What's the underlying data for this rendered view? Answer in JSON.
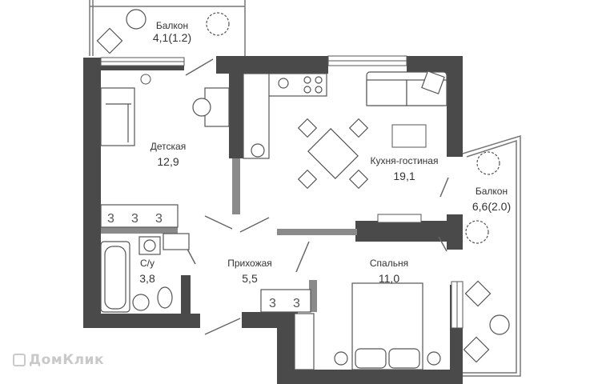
{
  "plan": {
    "accent_wall": "#4a4a4a",
    "line_color": "#555555",
    "rooms": [
      {
        "id": "balcony-top",
        "name": "Балкон",
        "area": "4,1(1.2)"
      },
      {
        "id": "kids-room",
        "name": "Детская",
        "area": "12,9"
      },
      {
        "id": "kitchen-living",
        "name": "Кухня-гостиная",
        "area": "19,1"
      },
      {
        "id": "balcony-right",
        "name": "Балкон",
        "area": "6,6(2.0)"
      },
      {
        "id": "bathroom",
        "name": "С/у",
        "area": "3,8"
      },
      {
        "id": "hallway",
        "name": "Прихожая",
        "area": "5,5"
      },
      {
        "id": "bedroom",
        "name": "Спальня",
        "area": "11,0"
      }
    ]
  },
  "watermark": {
    "text": "ДомКлик",
    "icon": "domclick-logo-icon"
  }
}
